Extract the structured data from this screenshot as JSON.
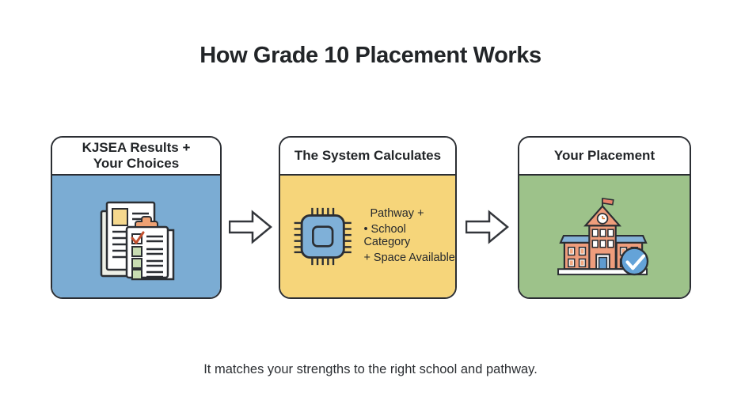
{
  "title": "How Grade 10 Placement Works",
  "footer": "It matches your strengths to the right school and pathway.",
  "steps": [
    {
      "title": "KJSEA Results +\nYour Choices",
      "icon": "documents-checklist-icon",
      "body_color": "#7bacd3"
    },
    {
      "title": "The System Calculates",
      "icon": "processor-chip-icon",
      "body_color": "#f6d57a",
      "details": [
        "Pathway +",
        "• School Category",
        "+ Space Available"
      ]
    },
    {
      "title": "Your Placement",
      "icon": "school-building-checkmark-icon",
      "body_color": "#9dc28a"
    }
  ],
  "connectors": [
    {
      "type": "arrow-right"
    },
    {
      "type": "arrow-right"
    }
  ],
  "colors": {
    "background": "#ffffff",
    "outline": "#2b2e33",
    "text": "#222528",
    "step1_body": "#7bacd3",
    "step2_body": "#f6d57a",
    "step3_body": "#9dc28a",
    "chip_fill": "#7fb0d8",
    "school_wall": "#ef9d7c",
    "school_roof": "#84b2d8",
    "badge_blue": "#64a3d8",
    "clip_orange": "#efa173",
    "checkbox_green": "#c8dcb2",
    "check_red": "#c2502f",
    "doc_highlight": "#f5d88e"
  }
}
